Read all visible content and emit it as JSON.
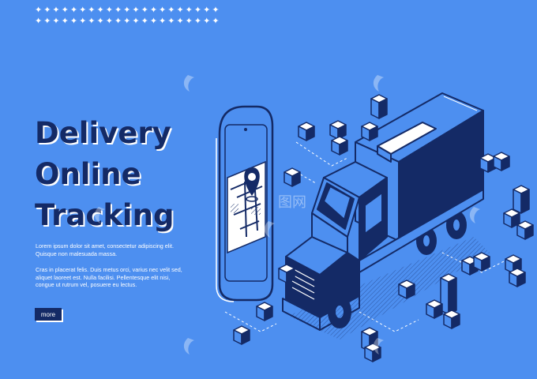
{
  "decor": {
    "stars_row1": "✦✦✦✦✦✦✦✦✦✦✦✦✦✦✦✦✦✦✦✦✦",
    "stars_row2": "✦✦✦✦✦✦✦✦✦✦✦✦✦✦✦✦✦✦✦✦✦"
  },
  "hero": {
    "title_line1": "Delivery",
    "title_line2": "Online",
    "title_line3": "Tracking",
    "paragraph1": "Lorem ipsum dolor sit amet, consectetur adipiscing elit. Quisque non malesuada massa.",
    "paragraph2": "Cras in placerat felis. Duis metus orci, varius nec velit sed, aliquet laoreet est. Nulla facilisi. Pellentesque elit nisi, congue ut rutrum vel, posuere eu lectus.",
    "more_label": "more"
  },
  "watermark": {
    "text": "图网"
  },
  "colors": {
    "background": "#4d8ff0",
    "ink": "#142a66",
    "white": "#ffffff"
  }
}
